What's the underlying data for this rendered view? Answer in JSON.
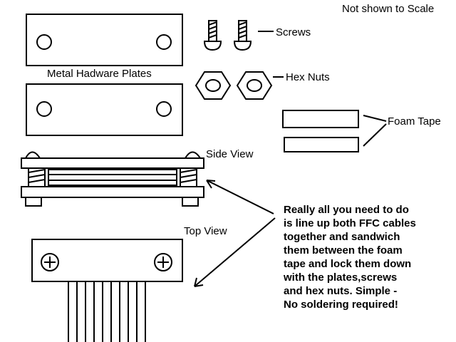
{
  "labels": {
    "scale_note": "Not shown to Scale",
    "screws": "Screws",
    "plates": "Metal Hadware Plates",
    "hex_nuts": "Hex Nuts",
    "foam_tape": "Foam Tape",
    "side_view": "Side View",
    "top_view": "Top View"
  },
  "instructions": [
    "Really all you need to do",
    "is line up both FFC cables",
    "together and sandwich",
    "them between the foam",
    "tape and lock them down",
    "with the plates,screws",
    "and hex nuts.  Simple -",
    "No soldering required!"
  ],
  "colors": {
    "ink": "#000000",
    "background": "#ffffff"
  }
}
